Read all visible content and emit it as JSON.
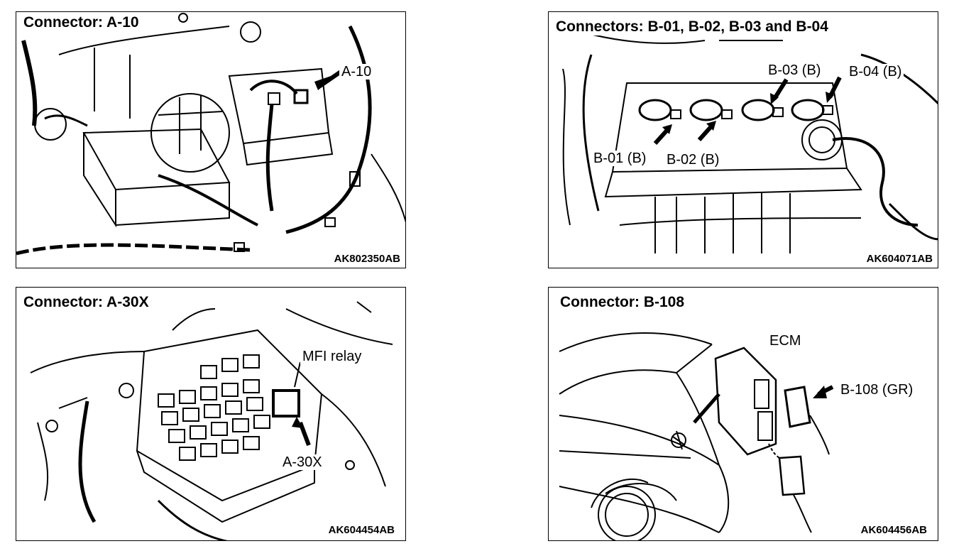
{
  "panels": [
    {
      "title": "Connector: A-10",
      "callouts": [
        "A-10"
      ],
      "code": "AK802350AB"
    },
    {
      "title": "Connectors: B-01, B-02, B-03 and B-04",
      "callouts": [
        "B-01 (B)",
        "B-02 (B)",
        "B-03 (B)",
        "B-04 (B)"
      ],
      "code": "AK604071AB"
    },
    {
      "title": "Connector: A-30X",
      "callouts": [
        "MFI relay",
        "A-30X"
      ],
      "code": "AK604454AB"
    },
    {
      "title": "Connector: B-108",
      "callouts": [
        "ECM",
        "B-108 (GR)"
      ],
      "code": "AK604456AB"
    }
  ]
}
